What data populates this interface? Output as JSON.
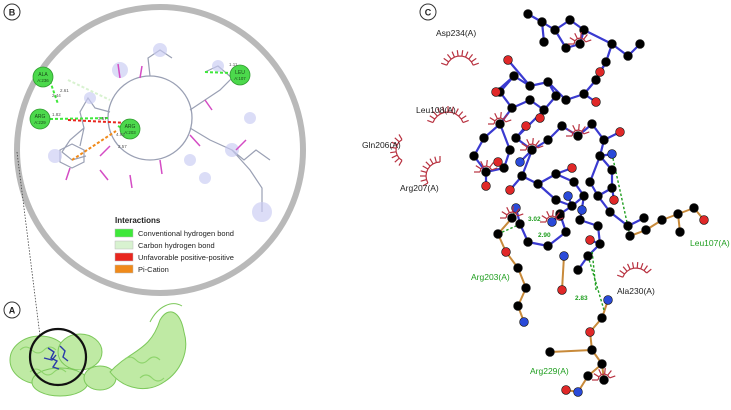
{
  "panels": {
    "a": "A",
    "b": "B",
    "c": "C"
  },
  "panel_b": {
    "legend_title": "Interactions",
    "legend": [
      {
        "label": "Conventional hydrogen bond",
        "color": "#3ee83a"
      },
      {
        "label": "Carbon hydrogen bond",
        "color": "#d8f2d0"
      },
      {
        "label": "Unfavorable positive-positive",
        "color": "#e8261e"
      },
      {
        "label": "Pi-Cation",
        "color": "#f08a1a"
      }
    ],
    "residues": [
      {
        "l1": "ALA",
        "l2": "A:236"
      },
      {
        "l1": "ARG",
        "l2": "A:229"
      },
      {
        "l1": "ARG",
        "l2": "A:203"
      },
      {
        "l1": "LEU",
        "l2": "A:107"
      }
    ],
    "distances": [
      "2.61",
      "2.44",
      "1.82",
      "3.57",
      "4.92",
      "2.57",
      "1.11"
    ]
  },
  "panel_c": {
    "residues_hydrophobic": [
      "Asp234(A)",
      "Leu108(A)",
      "Gln206(A)",
      "Arg207(A)",
      "Ala230(A)"
    ],
    "residues_hbond": [
      "Arg203(A)",
      "Leu107(A)",
      "Arg229(A)"
    ],
    "hbond_distances": [
      "3.02",
      "2.90",
      "2.83"
    ]
  },
  "colors": {
    "ligand_bond": "#3a3ad0",
    "residue_bond": "#c88a3a",
    "hbond": "#1f9e1f",
    "hydrophobic": "#b83240",
    "oxygen": "#e02828",
    "nitrogen": "#2a4ad8",
    "carbon": "#000000",
    "protein": "#a6e08a"
  }
}
